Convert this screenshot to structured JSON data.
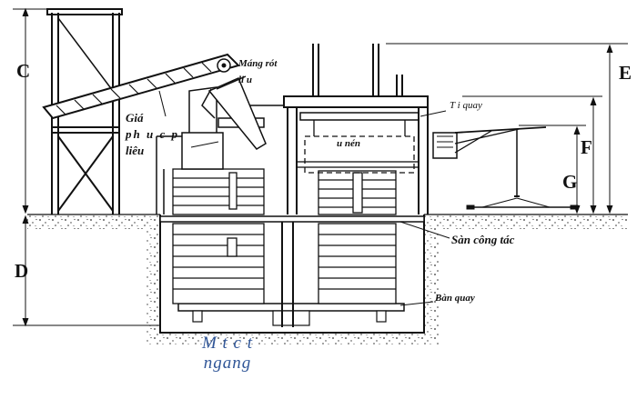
{
  "letters": {
    "c": "C",
    "d": "D",
    "e": "E",
    "f": "F",
    "g": "G"
  },
  "labels": {
    "mang_rot_1": "Máng rót",
    "mang_rot_2": "li u",
    "gia_1": "Giá",
    "gia_2": "ph u c p",
    "gia_3": "liêu",
    "t_quay": "T i quay",
    "u_nen": "u nén",
    "san_cong_tac": "Sàn công tác",
    "ban_quay": "Bàn quay"
  },
  "caption": {
    "line1": "M t c t",
    "line2": "ngang"
  }
}
